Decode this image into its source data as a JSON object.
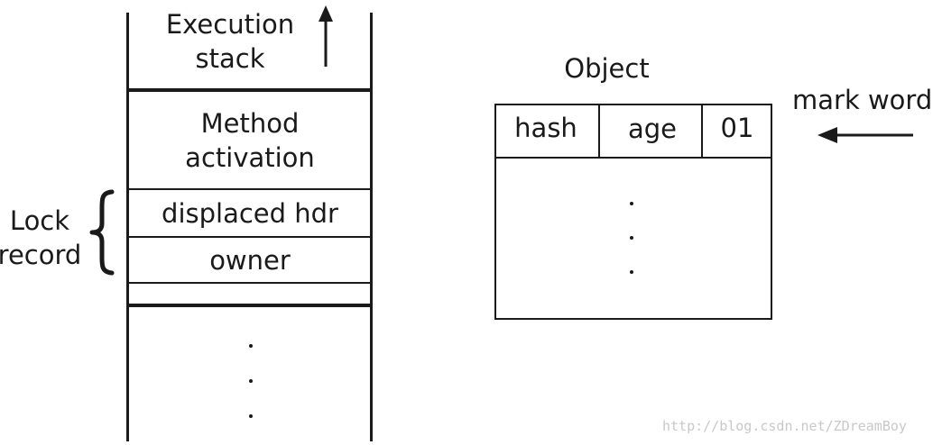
{
  "stack": {
    "title_line1": "Execution",
    "title_line2": "stack",
    "method_line1": "Method",
    "method_line2": "activation",
    "displaced_hdr": "displaced hdr",
    "owner": "owner"
  },
  "lock_record": {
    "line1": "Lock",
    "line2": "record"
  },
  "object": {
    "title": "Object",
    "fields": [
      "hash",
      "age",
      "01"
    ],
    "mark_word_label": "mark word"
  },
  "ellipsis_glyph": "⋮",
  "watermark": "http://blog.csdn.net/ZDreamBoy",
  "colors": {
    "line": "#1a1a1a",
    "watermark": "#c8c8c8",
    "background": "#ffffff"
  }
}
